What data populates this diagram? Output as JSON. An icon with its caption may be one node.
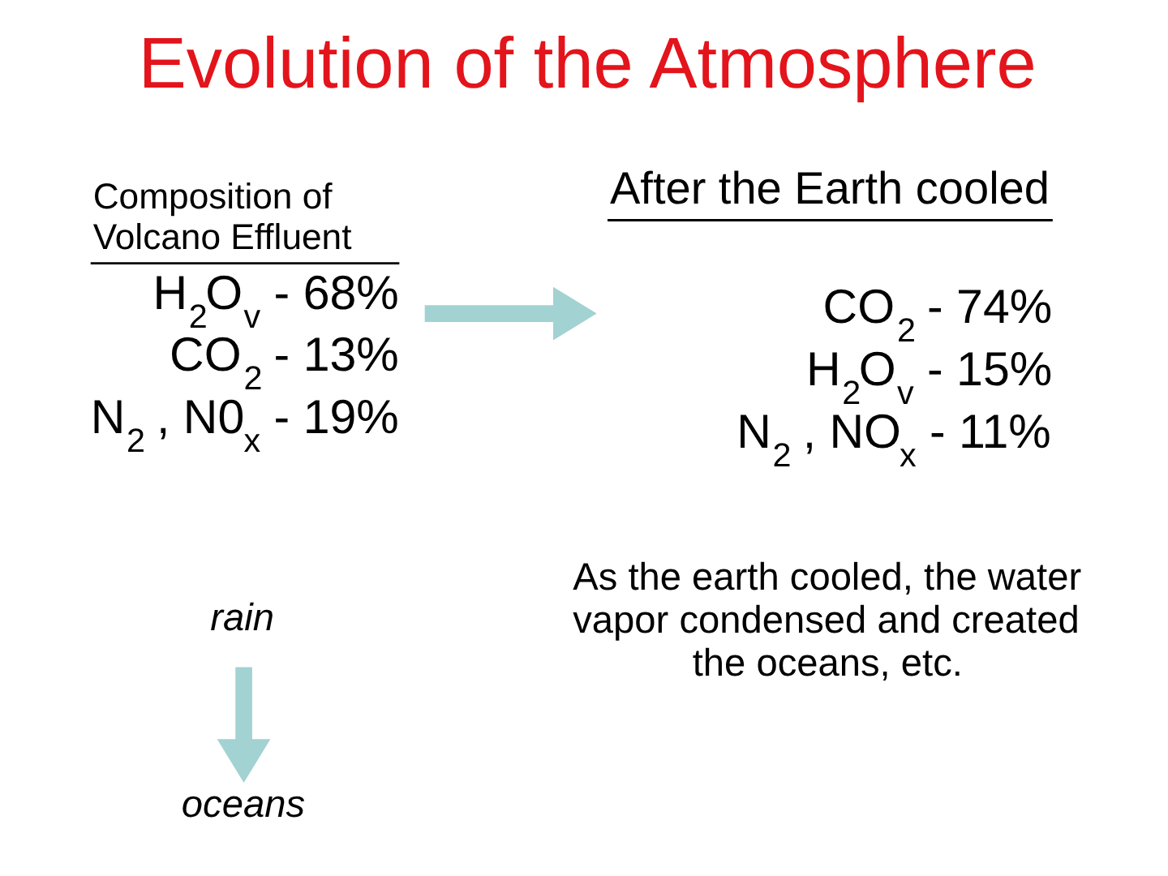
{
  "diagram": {
    "title": "Evolution of the Atmosphere",
    "nodes": [
      {
        "text": [
          "Composition of Volcano Effluent",
          "H$_{2}$O$_{v}$ - 68%",
          "CO$_{2}$ - 13%",
          "N$_{2}$ , N0$_{x}$ - 19%"
        ]
      },
      {
        "text": [
          "After the Earth cooled",
          "CO$_{2}$ - 74%",
          "H$_{2}$O$_{v}$ - 15%",
          "N$_{2}$ , NO$_{x}$ - 11%"
        ]
      },
      {
        "text": [
          "rain"
        ]
      },
      {
        "text": [
          "oceans"
        ]
      }
    ],
    "edges": [
      {
        "from": 0,
        "to": 1,
        "arrow": "to"
      },
      {
        "from": 2,
        "to": 3,
        "arrow": "to"
      }
    ],
    "labels": [
      "As the earth cooled, the water vapor condensed and created the oceans, etc."
    ]
  }
}
